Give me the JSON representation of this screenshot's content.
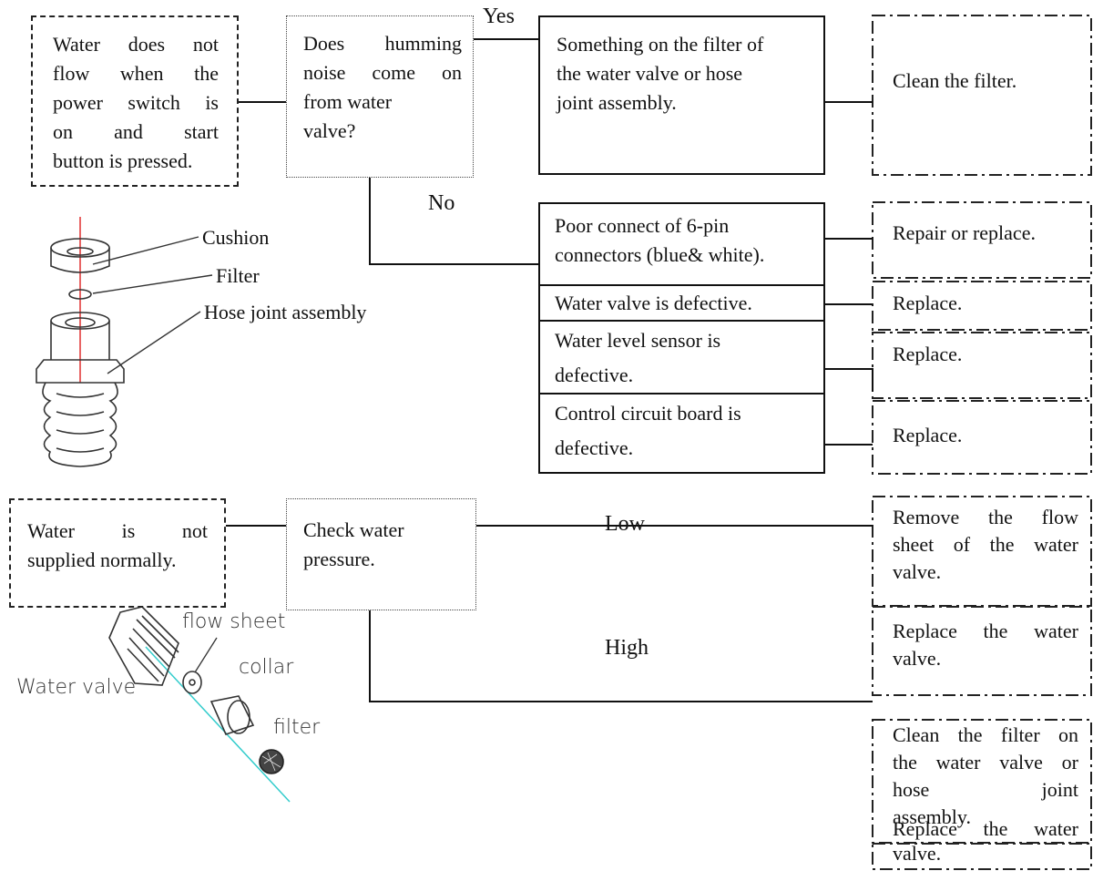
{
  "problem1": {
    "symptom": [
      "Water does not",
      "flow when the",
      "power switch is",
      "on and start",
      "button is pressed."
    ],
    "question": [
      "Does humming",
      "noise come on",
      "from water",
      "valve?"
    ],
    "yes_label": "Yes",
    "no_label": "No",
    "yes_cause": [
      "Something on the filter of",
      "the water valve or hose",
      "joint assembly."
    ],
    "yes_remedy": "Clean the filter.",
    "no_causes": [
      {
        "text": [
          "Poor connect of 6-pin",
          "connectors (blue& white)."
        ],
        "remedy": "Repair or replace."
      },
      {
        "text": [
          "Water valve is defective."
        ],
        "remedy": "Replace."
      },
      {
        "text": [
          "Water level sensor is",
          "defective."
        ],
        "remedy": "Replace."
      },
      {
        "text": [
          "Control circuit board is",
          "defective."
        ],
        "remedy": "Replace."
      }
    ]
  },
  "filter_diagram": {
    "cushion_label": "Cushion",
    "filter_label": "Filter",
    "hose_label": "Hose joint assembly"
  },
  "problem2": {
    "symptom": [
      "Water is not",
      "supplied normally."
    ],
    "check": [
      "Check water",
      "pressure."
    ],
    "low_label": "Low",
    "high_label": "High",
    "low_remedies": [
      [
        "Remove the flow",
        "sheet of the water",
        "valve."
      ],
      [
        "Replace the water",
        "valve."
      ]
    ],
    "high_remedies": [
      [
        "Clean the filter on",
        "the water valve or",
        "hose joint",
        "assembly."
      ],
      [
        "Replace the water",
        "valve."
      ]
    ]
  },
  "valve_diagram": {
    "water_valve_label": "Water valve",
    "flow_sheet_label": "flow sheet",
    "collar_label": "collar",
    "filter_label": "filter"
  },
  "colors": {
    "line": "#111111",
    "cyan_axis": "#33cccc",
    "red_axis": "#e03030"
  }
}
